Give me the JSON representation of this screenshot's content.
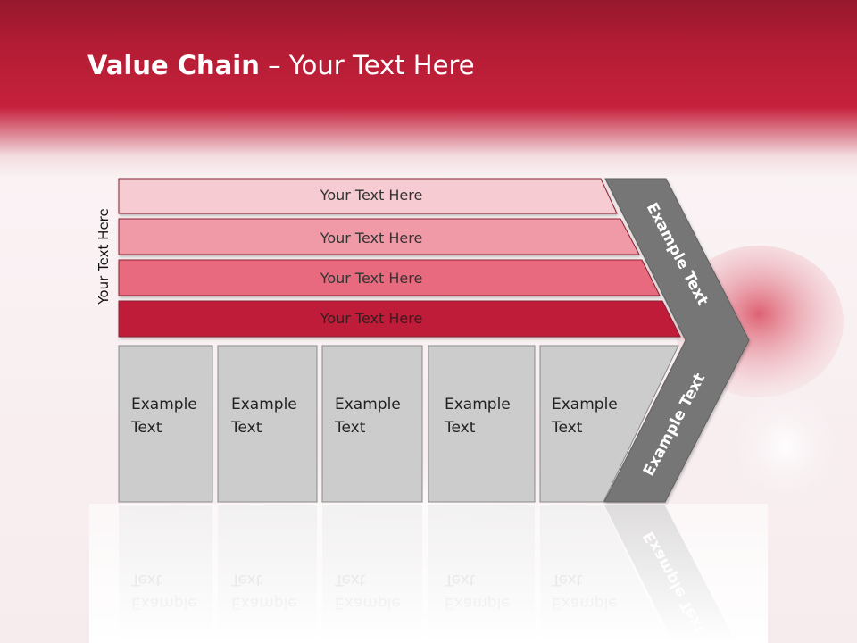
{
  "title": {
    "bold": "Value Chain",
    "rest": " – Your Text Here"
  },
  "side_label": "Your Text Here",
  "support_rows": [
    {
      "label": "Your Text Here",
      "color": "#f7cbd2"
    },
    {
      "label": "Your Text Here",
      "color": "#f09aa7"
    },
    {
      "label": "Your Text Here",
      "color": "#e76a7e"
    },
    {
      "label": "Your Text Here",
      "color": "#be1d38"
    }
  ],
  "primary_activities": [
    {
      "line1": "Example",
      "line2": "Text"
    },
    {
      "line1": "Example",
      "line2": "Text"
    },
    {
      "line1": "Example",
      "line2": "Text"
    },
    {
      "line1": "Example",
      "line2": "Text"
    },
    {
      "line1": "Example",
      "line2": "Text"
    }
  ],
  "chevron": {
    "upper_label": "Example Text",
    "lower_label": "Example Text",
    "color": "#767676"
  },
  "colors": {
    "header": "#c6213c",
    "activity_box": "#cccccc"
  }
}
